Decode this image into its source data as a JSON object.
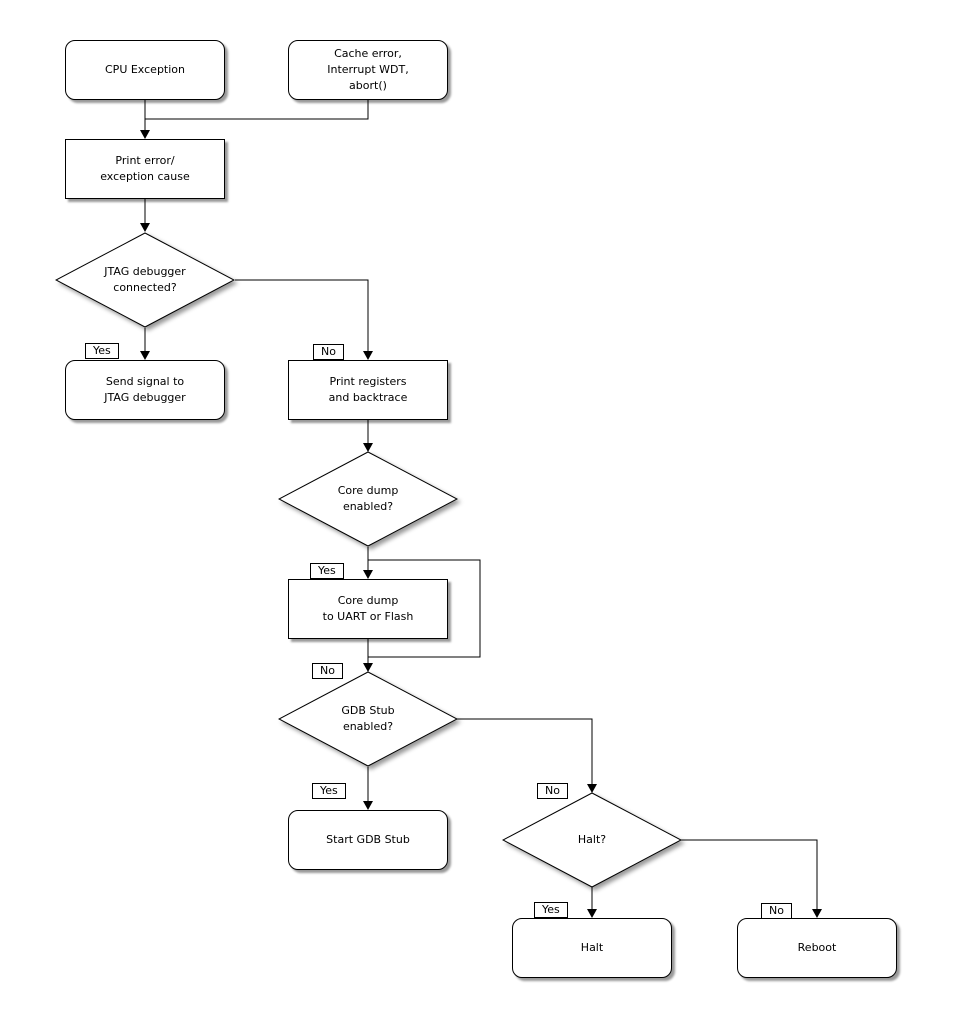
{
  "nodes": {
    "cpu_exception": {
      "label": "CPU Exception",
      "type": "rounded"
    },
    "cache_error": {
      "label": "Cache error,\nInterrupt WDT,\nabort()",
      "type": "rounded"
    },
    "print_error": {
      "label": "Print error/\nexception cause",
      "type": "process"
    },
    "jtag_connected": {
      "label": "JTAG debugger\nconnected?",
      "type": "decision"
    },
    "send_signal": {
      "label": "Send signal to\nJTAG debugger",
      "type": "rounded"
    },
    "print_registers": {
      "label": "Print registers\nand backtrace",
      "type": "process"
    },
    "core_dump_enabled": {
      "label": "Core dump\nenabled?",
      "type": "decision"
    },
    "core_dump": {
      "label": "Core dump\nto UART or Flash",
      "type": "process"
    },
    "gdb_stub_enabled": {
      "label": "GDB Stub\nenabled?",
      "type": "decision"
    },
    "start_gdb_stub": {
      "label": "Start GDB Stub",
      "type": "rounded"
    },
    "halt_question": {
      "label": "Halt?",
      "type": "decision"
    },
    "halt": {
      "label": "Halt",
      "type": "rounded"
    },
    "reboot": {
      "label": "Reboot",
      "type": "rounded"
    }
  },
  "edge_labels": {
    "jtag_yes": "Yes",
    "jtag_no": "No",
    "core_dump_yes": "Yes",
    "core_dump_no": "No",
    "gdb_yes": "Yes",
    "gdb_no": "No",
    "halt_yes": "Yes",
    "halt_no": "No"
  },
  "colors": {
    "line": "#000000",
    "node_fill": "#ffffff",
    "text": "#000000",
    "background": "#ffffff"
  }
}
